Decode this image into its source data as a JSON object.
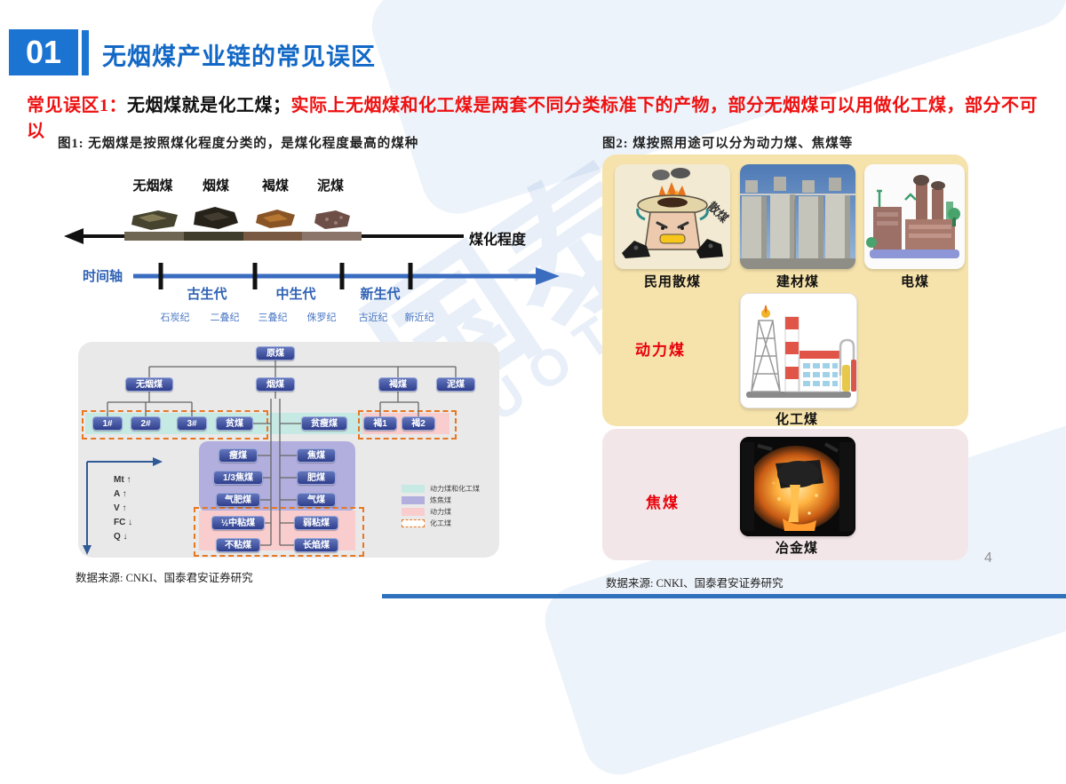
{
  "header": {
    "section_number": "01",
    "title": "无烟煤产业链的常见误区"
  },
  "callout": {
    "prefix_red": "常见误区1：",
    "black_part": "无烟煤就是化工煤；",
    "rest_red": "实际上无烟煤和化工煤是两套不同分类标准下的产物，部分无烟煤可以用做化工煤，部分不可以"
  },
  "fig1": {
    "caption": "图1: 无烟煤是按照煤化程度分类的，是煤化程度最高的煤种",
    "coal_types": [
      "无烟煤",
      "烟煤",
      "褐煤",
      "泥煤"
    ],
    "maturity_axis_label": "煤化程度",
    "timeline": {
      "label": "时间轴",
      "eras": [
        "古生代",
        "中生代",
        "新生代"
      ],
      "periods": [
        "石炭纪",
        "二叠纪",
        "三叠纪",
        "侏罗纪",
        "古近纪",
        "新近纪"
      ]
    },
    "tree": {
      "root": "原煤",
      "level2": [
        "无烟煤",
        "烟煤",
        "褐煤",
        "泥煤"
      ],
      "anthracite_subs": [
        "1#",
        "2#",
        "3#"
      ],
      "row3": [
        "贫煤",
        "贫瘦煤"
      ],
      "lignite_subs": [
        "褐1",
        "褐2"
      ],
      "left_col": [
        "瘦煤",
        "1/3焦煤",
        "气肥煤",
        "½中粘煤",
        "不粘煤"
      ],
      "right_col": [
        "焦煤",
        "肥煤",
        "气煤",
        "弱粘煤",
        "长焰煤"
      ],
      "axis_params": [
        "Mt ↑",
        "A ↑",
        "V ↑",
        "FC ↓",
        "Q ↓"
      ]
    },
    "legend": {
      "items": [
        {
          "label": "动力煤和化工煤",
          "color": "#c6e9e3"
        },
        {
          "label": "炼焦煤",
          "color": "#b2afde"
        },
        {
          "label": "动力煤",
          "color": "#f9cdce"
        },
        {
          "label": "化工煤",
          "color": "#e87722"
        }
      ]
    },
    "source": "数据来源: CNKI、国泰君安证券研究"
  },
  "fig2": {
    "caption": "图2: 煤按照用途可以分为动力煤、焦煤等",
    "thermal_group_label": "动力煤",
    "coking_group_label": "焦煤",
    "card_labels": {
      "civil": "民用散煤",
      "building": "建材煤",
      "power": "电煤",
      "chemical": "化工煤",
      "metallurgical": "冶金煤"
    },
    "scatter_badge": "散煤",
    "source": "数据来源: CNKI、国泰君安证券研究"
  },
  "watermark": {
    "cn": "国泰",
    "en": "GUOTAI"
  },
  "page": {
    "number": "4"
  },
  "colors": {
    "accent_blue": "#1b74d2",
    "title_blue": "#1268c6",
    "alert_red": "#ee1111",
    "node_blue": "#303f8d",
    "teal_band": "#c6e9e3",
    "purple_band": "#b2afde",
    "pink_band": "#f9cdce",
    "dashed_orange": "#e87722",
    "yellow_panel": "#f6e2ab",
    "pink_panel": "#f3e6e8"
  }
}
